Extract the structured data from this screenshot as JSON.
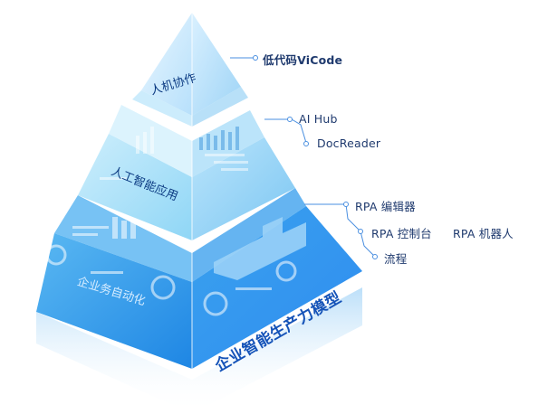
{
  "tiers": [
    {
      "id": "top",
      "label": "人机协作"
    },
    {
      "id": "middle",
      "label": "人工智能应用"
    },
    {
      "id": "bottom",
      "label": "企业务自动化"
    }
  ],
  "base_title": "企业智能生产力模型",
  "callouts": {
    "top": [
      "低代码ViCode"
    ],
    "middle": [
      "AI Hub",
      "DocReader"
    ],
    "bottom": [
      "RPA 编辑器",
      "RPA 控制台",
      "RPA 机器人",
      "流程"
    ]
  },
  "colors": {
    "light_face": "#bfe6fb",
    "mid_face": "#7cc8f3",
    "deep_face": "#2a8fe6",
    "callout_text": "#1f3a6e",
    "connector": "#4a8fe0",
    "base_title": "#1553b8"
  }
}
